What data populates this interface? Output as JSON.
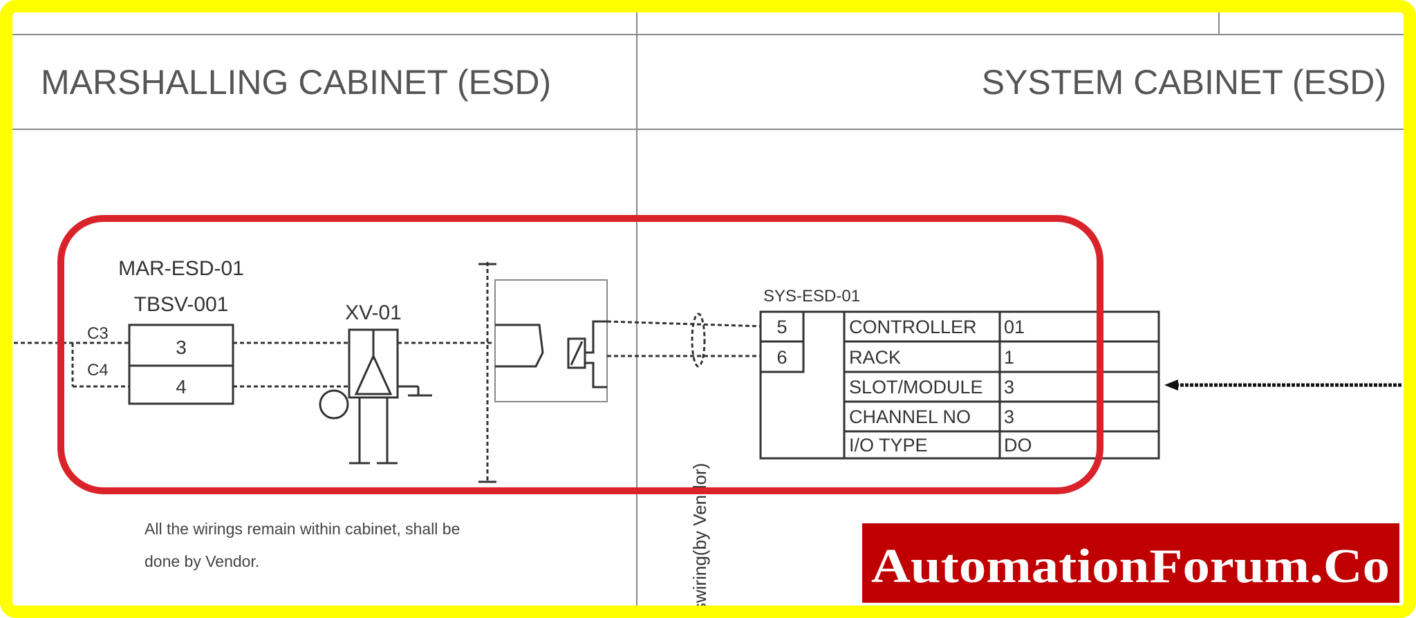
{
  "headers": {
    "marshalling": "MARSHALLING CABINET (ESD)",
    "system": "SYSTEM CABINET (ESD)"
  },
  "marshalling": {
    "cabinet_tag": "MAR-ESD-01",
    "terminal_block": "TBSV-001",
    "cores": [
      "C3",
      "C4"
    ],
    "terminals": [
      "3",
      "4"
    ],
    "valve_tag": "XV-01"
  },
  "system": {
    "cabinet_tag": "SYS-ESD-01",
    "pins": [
      "5",
      "6"
    ],
    "table": [
      {
        "field": "CONTROLLER",
        "value": "01"
      },
      {
        "field": "RACK",
        "value": "1"
      },
      {
        "field": "SLOT/MODULE",
        "value": "3"
      },
      {
        "field": "CHANNEL NO",
        "value": "3"
      },
      {
        "field": "I/O TYPE",
        "value": "DO"
      }
    ]
  },
  "vertical_label": "swiring(by Vendor)",
  "note": {
    "line1": "All the wirings remain within cabinet, shall be",
    "line2": "done by Vendor."
  },
  "watermark": "AutomationForum.Co",
  "colors": {
    "frame": "#ffff00",
    "highlight": "#d9222a",
    "watermark_bg": "#c00000"
  }
}
